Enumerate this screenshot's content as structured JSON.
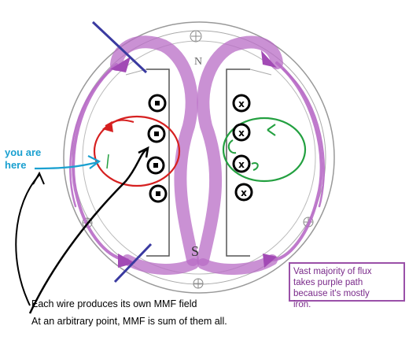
{
  "labels": {
    "you_are_here": [
      "you are",
      "here"
    ],
    "note_each_wire": "Each wire produces its own MMF field",
    "note_arbitrary": "At an arbitrary point,  MMF is sum of them all.",
    "purple_note": [
      "Vast majority of flux",
      "takes purple path",
      "because it's mostly",
      "iron."
    ],
    "pole_letters": [
      "N",
      "S"
    ]
  },
  "conductors": {
    "left_symbol": "dot",
    "right_symbol": "cross",
    "left_count": 4,
    "right_count": 4
  },
  "colors": {
    "flux_path": "#b86cc6",
    "left_loop": "#d62020",
    "right_loop": "#23a040",
    "you_here_arrow": "#1aa0d0",
    "annotation_arrows": "#000000",
    "axis_lines": "#3a3aa0",
    "purple_text": "#7a2a8a"
  }
}
